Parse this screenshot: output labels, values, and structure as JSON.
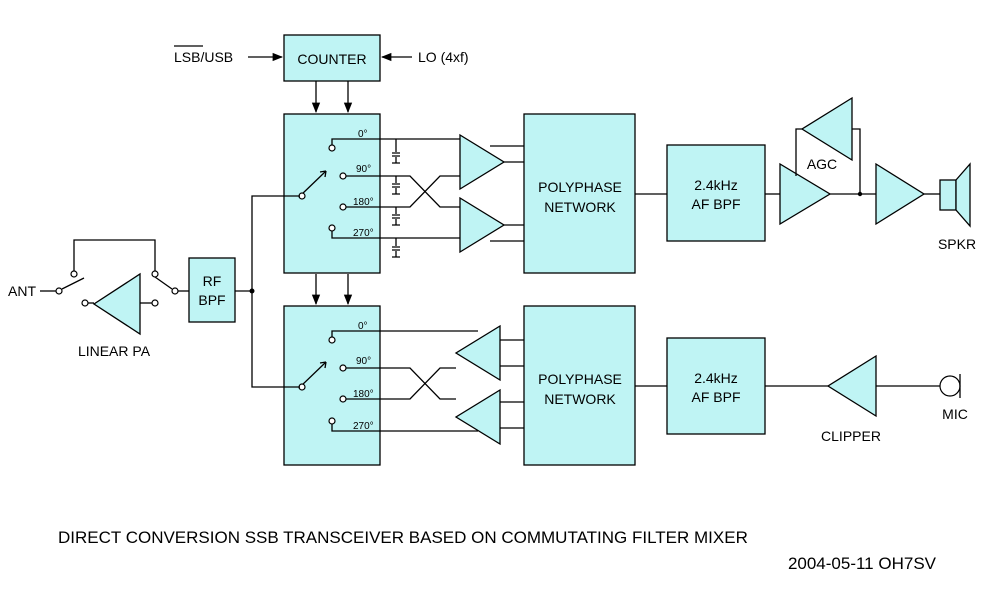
{
  "labels": {
    "lsb_usb_prefix": "LSB",
    "lsb_usb_suffix": "/USB",
    "counter": "COUNTER",
    "lo": "LO (4xf)",
    "ant": "ANT",
    "linear_pa": "LINEAR PA",
    "rf_bpf_line1": "RF",
    "rf_bpf_line2": "BPF",
    "phase_0": "0°",
    "phase_90": "90°",
    "phase_180": "180°",
    "phase_270": "270°",
    "polyphase_line1": "POLYPHASE",
    "polyphase_line2": "NETWORK",
    "af_bpf_line1": "2.4kHz",
    "af_bpf_line2": "AF BPF",
    "agc": "AGC",
    "spkr": "SPKR",
    "clipper": "CLIPPER",
    "mic": "MIC"
  },
  "caption": {
    "title": "DIRECT CONVERSION SSB TRANSCEIVER  BASED ON COMMUTATING FILTER MIXER",
    "date_author": "2004-05-11 OH7SV"
  },
  "colors": {
    "block_fill": "#bff4f4",
    "line": "#000000",
    "background": "#ffffff"
  }
}
